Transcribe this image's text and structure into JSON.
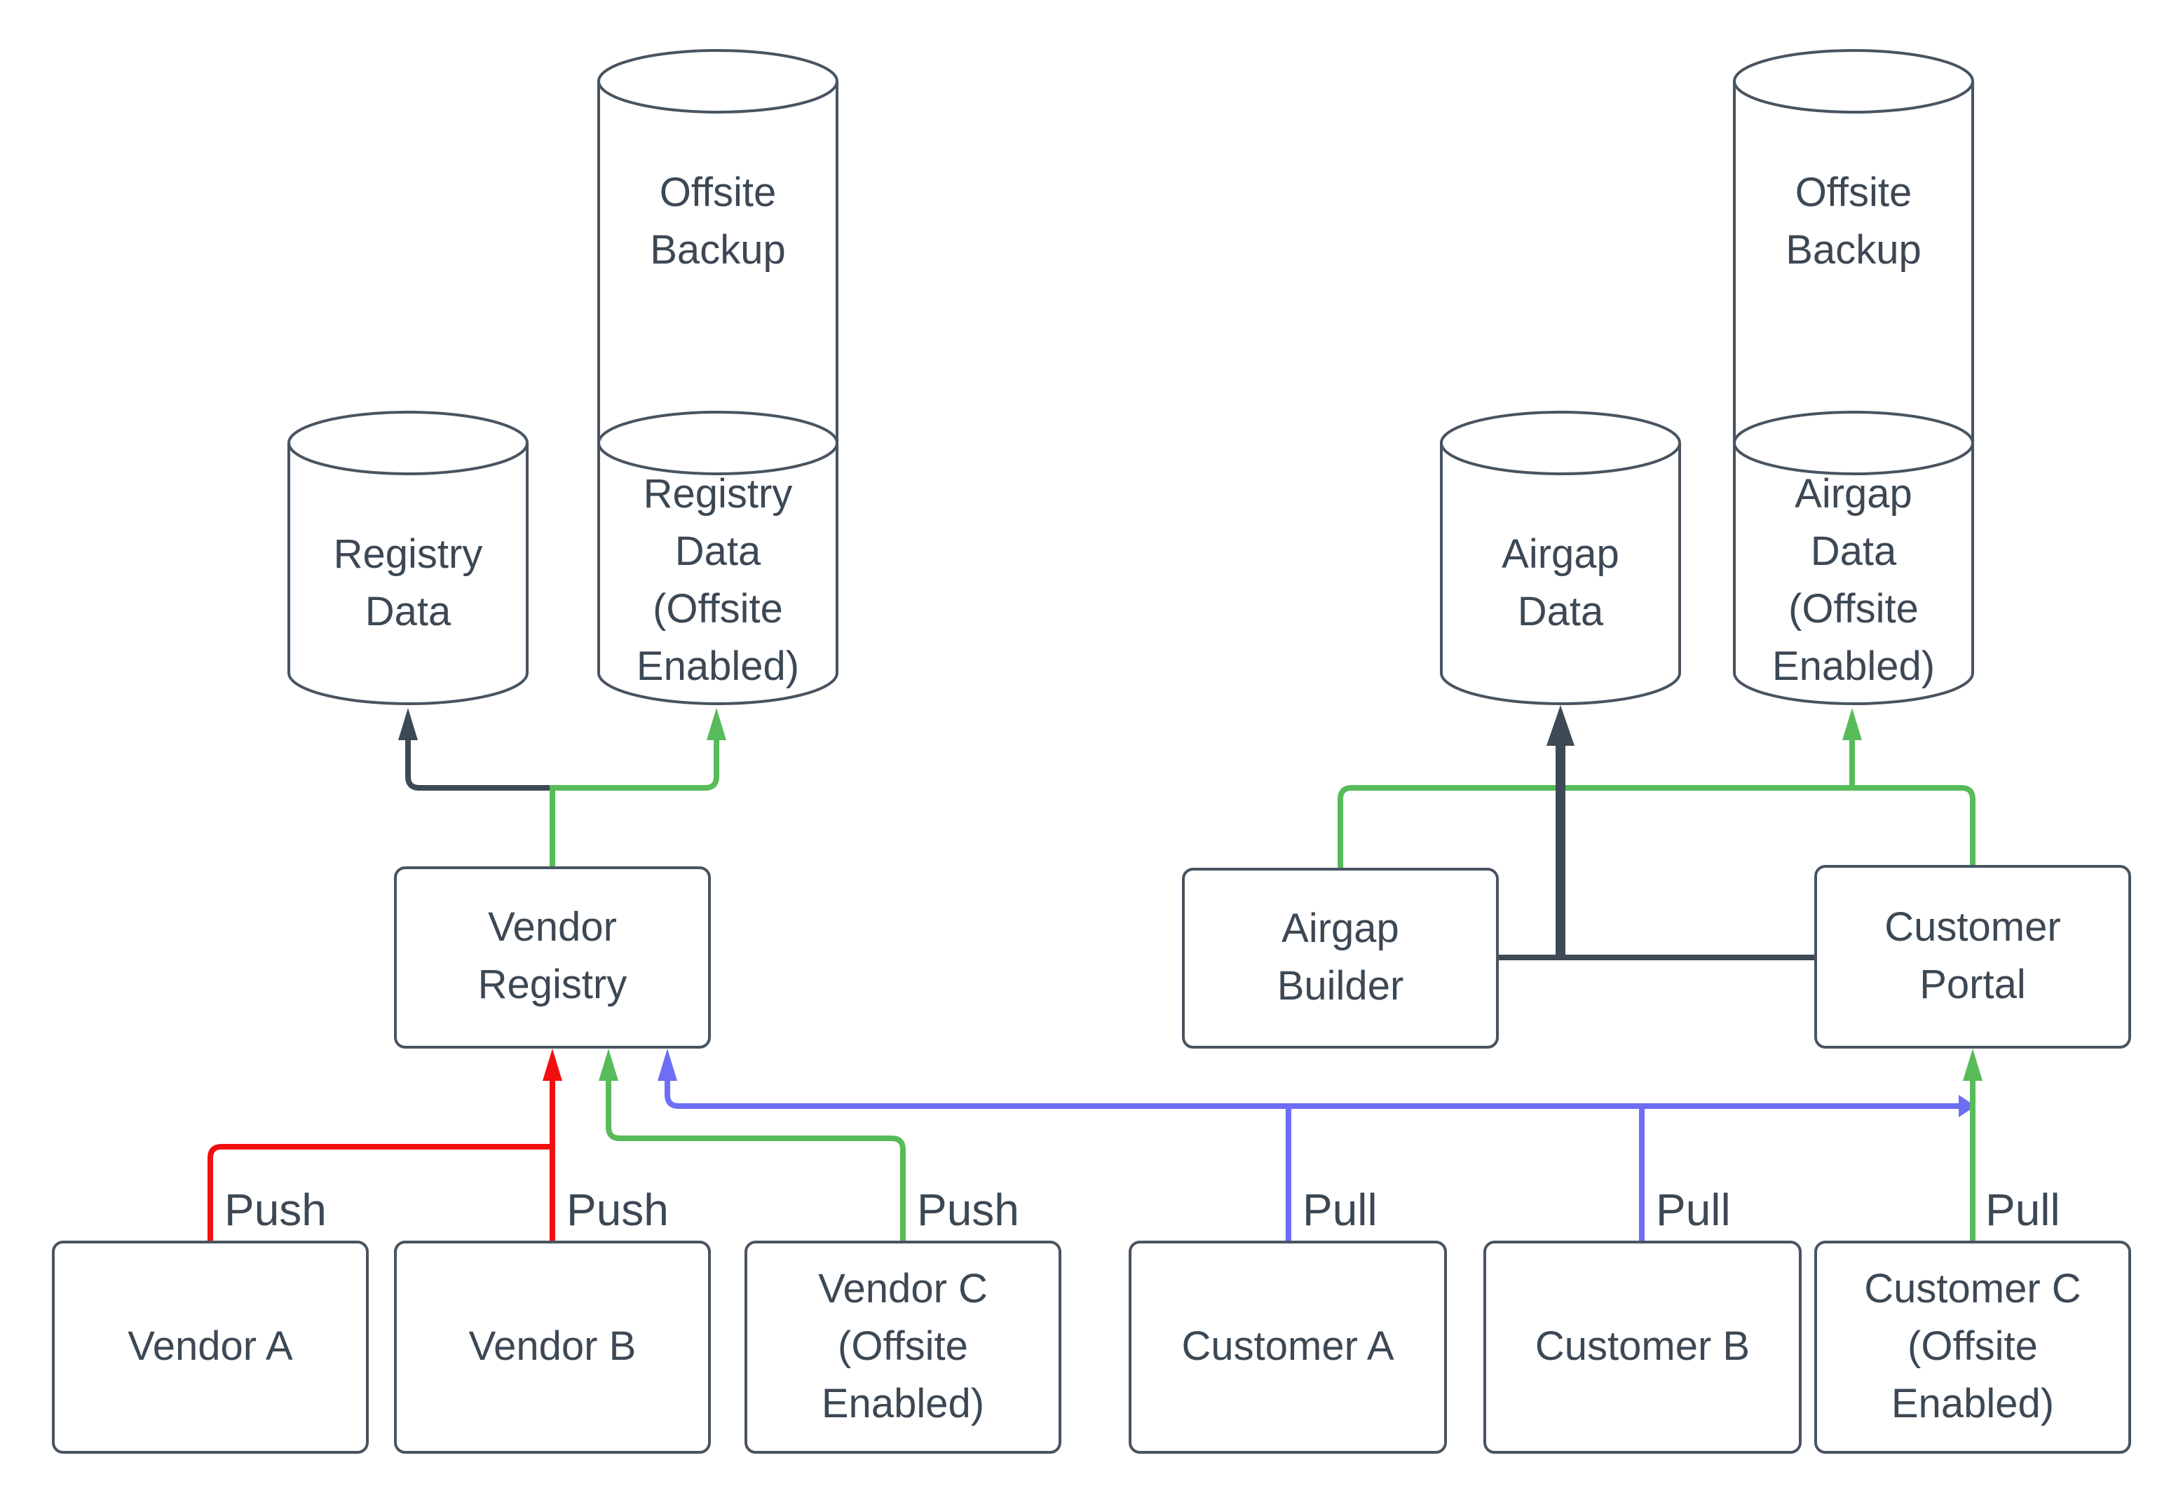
{
  "nodes": {
    "offsite_backup_left": {
      "lines": [
        "Offsite",
        "Backup"
      ]
    },
    "registry_data": {
      "lines": [
        "Registry",
        "Data"
      ]
    },
    "registry_data_oe": {
      "lines": [
        "Registry",
        "Data",
        "(Offsite",
        "Enabled)"
      ]
    },
    "vendor_registry": {
      "lines": [
        "Vendor",
        "Registry"
      ]
    },
    "vendor_a": {
      "lines": [
        "Vendor A"
      ]
    },
    "vendor_b": {
      "lines": [
        "Vendor B"
      ]
    },
    "vendor_c": {
      "lines": [
        "Vendor C",
        "(Offsite",
        "Enabled)"
      ]
    },
    "offsite_backup_right": {
      "lines": [
        "Offsite",
        "Backup"
      ]
    },
    "airgap_data": {
      "lines": [
        "Airgap",
        "Data"
      ]
    },
    "airgap_data_oe": {
      "lines": [
        "Airgap",
        "Data",
        "(Offsite",
        "Enabled)"
      ]
    },
    "airgap_builder": {
      "lines": [
        "Airgap",
        "Builder"
      ]
    },
    "customer_portal": {
      "lines": [
        "Customer",
        "Portal"
      ]
    },
    "customer_a": {
      "lines": [
        "Customer A"
      ]
    },
    "customer_b": {
      "lines": [
        "Customer B"
      ]
    },
    "customer_c": {
      "lines": [
        "Customer C",
        "(Offsite",
        "Enabled)"
      ]
    }
  },
  "edge_labels": {
    "push_a": "Push",
    "push_b": "Push",
    "push_c": "Push",
    "pull_a": "Pull",
    "pull_b": "Pull",
    "pull_c": "Pull"
  },
  "colors": {
    "background": "#ffffff",
    "dark_border": "#485460",
    "dark_line": "#3d4954",
    "text": "#3c4854",
    "red": "#f20f0f",
    "green": "#57bb5a",
    "blue": "#6d6df5"
  }
}
